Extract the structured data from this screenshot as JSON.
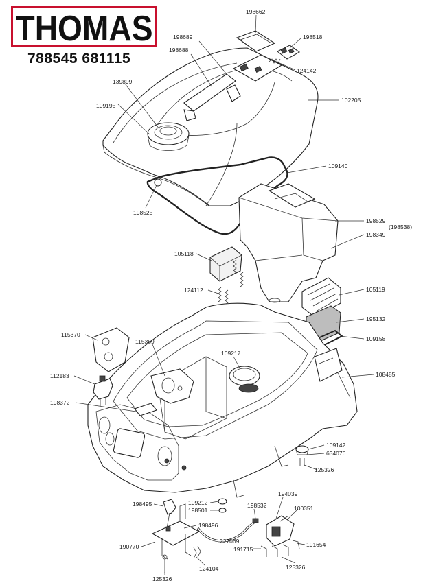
{
  "brand": {
    "name": "THOMAS",
    "frame_color": "#c8102e",
    "text_color": "#111111"
  },
  "model_numbers": "788545 681115",
  "parts": [
    {
      "id": "p198662",
      "number": "198662"
    },
    {
      "id": "p198518",
      "number": "198518"
    },
    {
      "id": "p198689",
      "number": "198689"
    },
    {
      "id": "p198688",
      "number": "198688"
    },
    {
      "id": "p124142",
      "number": "124142"
    },
    {
      "id": "p139899",
      "number": "139899"
    },
    {
      "id": "p109195",
      "number": "109195"
    },
    {
      "id": "p102205",
      "number": "102205"
    },
    {
      "id": "p109140",
      "number": "109140"
    },
    {
      "id": "p198525",
      "number": "198525"
    },
    {
      "id": "p198529",
      "number": "198529"
    },
    {
      "id": "p198538",
      "number": "(198538)"
    },
    {
      "id": "p198349",
      "number": "198349"
    },
    {
      "id": "p105118",
      "number": "105118"
    },
    {
      "id": "p105119",
      "number": "105119"
    },
    {
      "id": "p124112",
      "number": "124112"
    },
    {
      "id": "p195132",
      "number": "195132"
    },
    {
      "id": "p109158",
      "number": "109158"
    },
    {
      "id": "p115370",
      "number": "115370"
    },
    {
      "id": "p115369",
      "number": "115369"
    },
    {
      "id": "p109217",
      "number": "109217"
    },
    {
      "id": "p108485",
      "number": "108485"
    },
    {
      "id": "p112183",
      "number": "112183"
    },
    {
      "id": "p198372",
      "number": "198372"
    },
    {
      "id": "p109142",
      "number": "109142"
    },
    {
      "id": "p634076",
      "number": "634076"
    },
    {
      "id": "p125326a",
      "number": "125326"
    },
    {
      "id": "p198495",
      "number": "198495"
    },
    {
      "id": "p109212",
      "number": "109212"
    },
    {
      "id": "p198501",
      "number": "198501"
    },
    {
      "id": "p198532",
      "number": "198532"
    },
    {
      "id": "p194039",
      "number": "194039"
    },
    {
      "id": "p100351",
      "number": "100351"
    },
    {
      "id": "p198496",
      "number": "198496"
    },
    {
      "id": "p227069",
      "number": "227069"
    },
    {
      "id": "p190770",
      "number": "190770"
    },
    {
      "id": "p191715",
      "number": "191715"
    },
    {
      "id": "p191654",
      "number": "191654"
    },
    {
      "id": "p125326b",
      "number": "125326"
    },
    {
      "id": "p124104",
      "number": "124104"
    },
    {
      "id": "p125326c",
      "number": "125326"
    }
  ]
}
